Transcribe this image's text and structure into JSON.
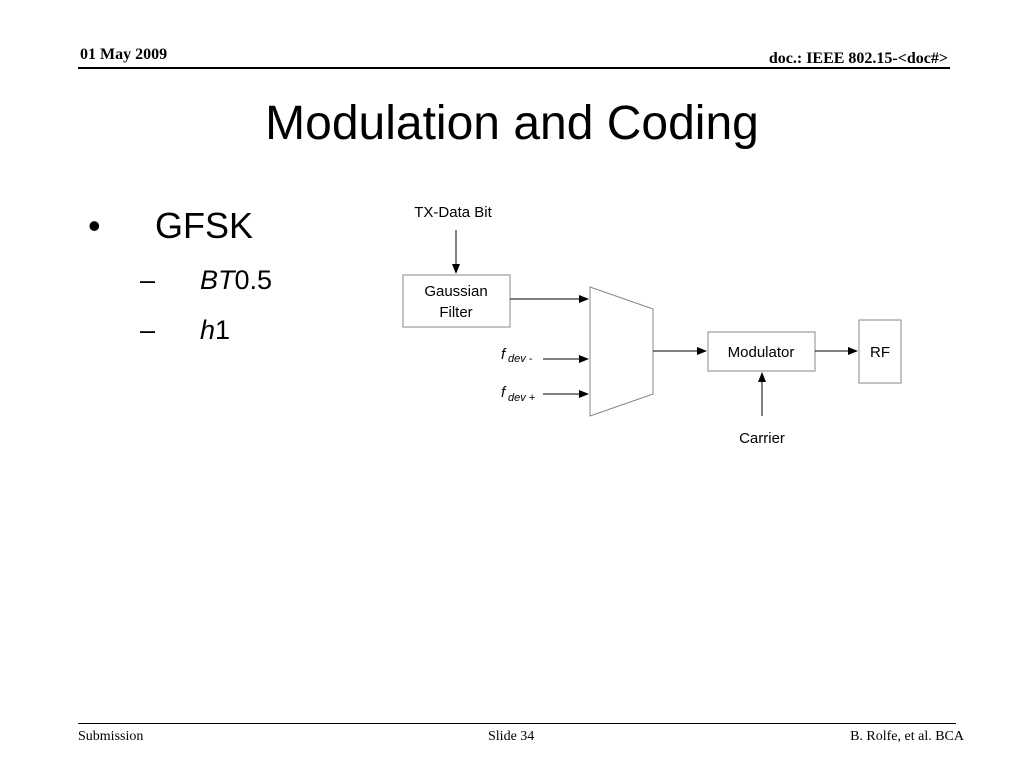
{
  "header": {
    "date": "01 May 2009",
    "doc": "doc.: IEEE 802.15-<doc#>"
  },
  "title": "Modulation and Coding",
  "bullets": {
    "main_marker": "•",
    "main": "GFSK",
    "sub_marker": "–",
    "sub": [
      {
        "italic": "BT",
        "text": "0.5"
      },
      {
        "italic": "h",
        "text": "1"
      }
    ]
  },
  "diagram": {
    "tx_data": "TX-Data Bit",
    "filter_line1": "Gaussian",
    "filter_line2": "Filter",
    "fdev_minus_base": "f",
    "fdev_minus_sub": "dev -",
    "fdev_plus_base": "f",
    "fdev_plus_sub": "dev +",
    "modulator": "Modulator",
    "rf": "RF",
    "carrier": "Carrier"
  },
  "footer": {
    "left": "Submission",
    "center": "Slide 34",
    "right": "B. Rolfe, et al. BCA"
  }
}
